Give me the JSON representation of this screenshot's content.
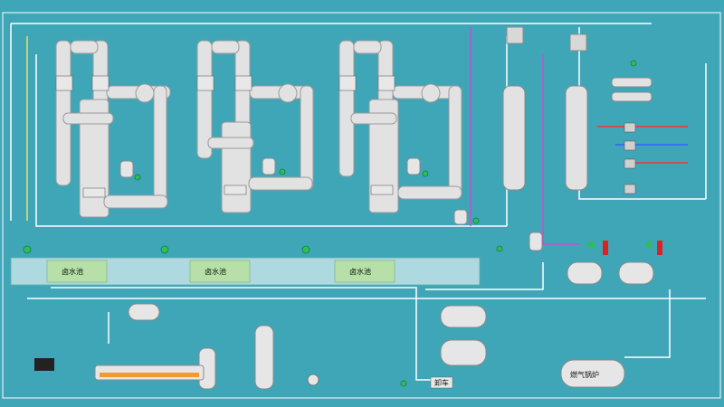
{
  "screen": {
    "title": "",
    "colors": {
      "background": "#3fa6b8",
      "pipe": "#dcdcdc",
      "label_bg": "#35c2c8",
      "pool": "#b7e0a8",
      "alarm": "#e02020",
      "pump_ok": "#2fbf4f"
    }
  },
  "tanks": [
    {
      "label": "卤水池"
    },
    {
      "label": "卤水池"
    },
    {
      "label": "卤水池"
    }
  ],
  "equipment": {
    "boiler": "燃气锅炉",
    "car": "卸车"
  },
  "icons": [
    "pump-icon",
    "valve-icon",
    "heat-exchanger-icon",
    "fan-icon",
    "cyclone-icon",
    "boiler-icon"
  ]
}
